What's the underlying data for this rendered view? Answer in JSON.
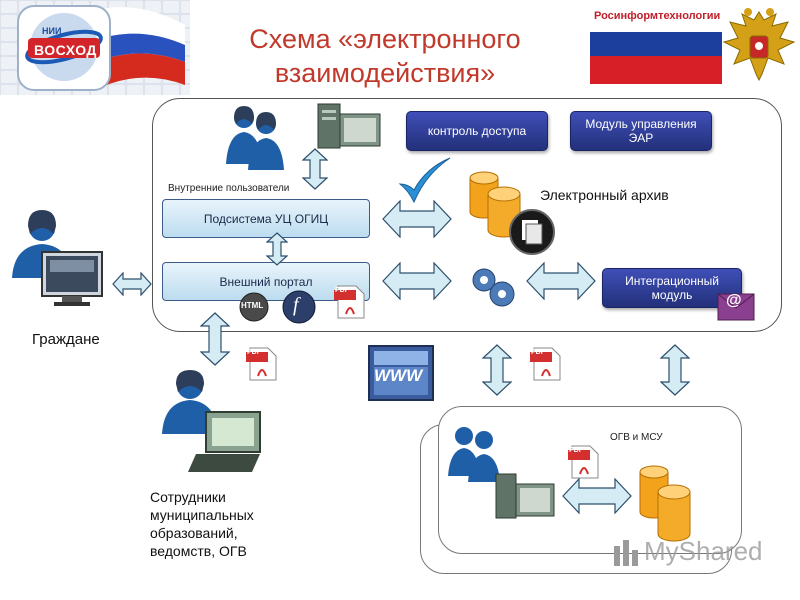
{
  "header": {
    "title_line1": "Схема «электронного",
    "title_line2": "взаимодействия»",
    "logo_top": "НИИ",
    "logo_main": "ВОСХОД",
    "brand": "Росинформтехнологии"
  },
  "diagram": {
    "access_control": "контроль доступа",
    "ear_module_line1": "Модуль управления",
    "ear_module_line2": "ЭАР",
    "internal_users": "Внутренние пользователи",
    "subsystem": "Подсистема УЦ ОГИЦ",
    "portal": "Внешний портал",
    "archive": "Электронный архив",
    "integration_line1": "Интеграционный",
    "integration_line2": "модуль",
    "citizens": "Граждане",
    "employees_line1": "Сотрудники",
    "employees_line2": "муниципальных",
    "employees_line3": "образований,",
    "employees_line4": "ведомств, ОГВ",
    "ogv": "ОГВ и МСУ",
    "www": "WWW",
    "html_badge": "HTML",
    "flash_badge": "f",
    "pdf": "PDF",
    "adobe": "Adobe",
    "email": "@",
    "watermark": "MyShared"
  },
  "colors": {
    "accent_red": "#c0392b",
    "button_dark": "#2b3890",
    "button_light": "#cfe6f4",
    "arrow_fill": "#d6ecf5",
    "db_orange": "#f5a623"
  }
}
